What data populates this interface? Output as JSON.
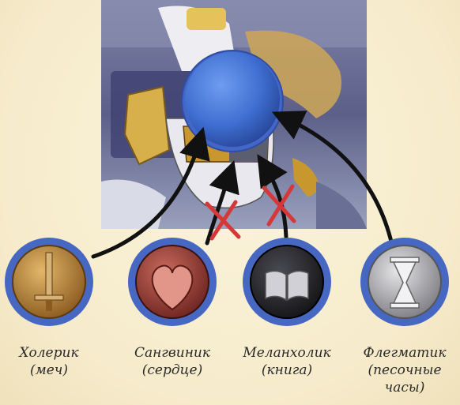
{
  "temperaments": [
    {
      "name": "Холерик",
      "symbol": "(меч)",
      "icon": "sword-icon",
      "color": "#b07a2e",
      "status": "allowed"
    },
    {
      "name": "Сангвиник",
      "symbol": "(сердце)",
      "icon": "heart-icon",
      "color": "#9a3b34",
      "status": "blocked"
    },
    {
      "name": "Меланхолик",
      "symbol": "(книга)",
      "icon": "book-icon",
      "color": "#2b2b30",
      "status": "blocked"
    },
    {
      "name": "Флегматик",
      "symbol": "(песочные часы)",
      "icon": "hourglass-icon",
      "color": "#a9a9ad",
      "status": "allowed"
    }
  ],
  "colors": {
    "token_blue": "#3f6fd1",
    "token_ring": "#3b59b6",
    "cross_red": "#d6383a",
    "arrow": "#111111",
    "background": "#f8efd3"
  }
}
